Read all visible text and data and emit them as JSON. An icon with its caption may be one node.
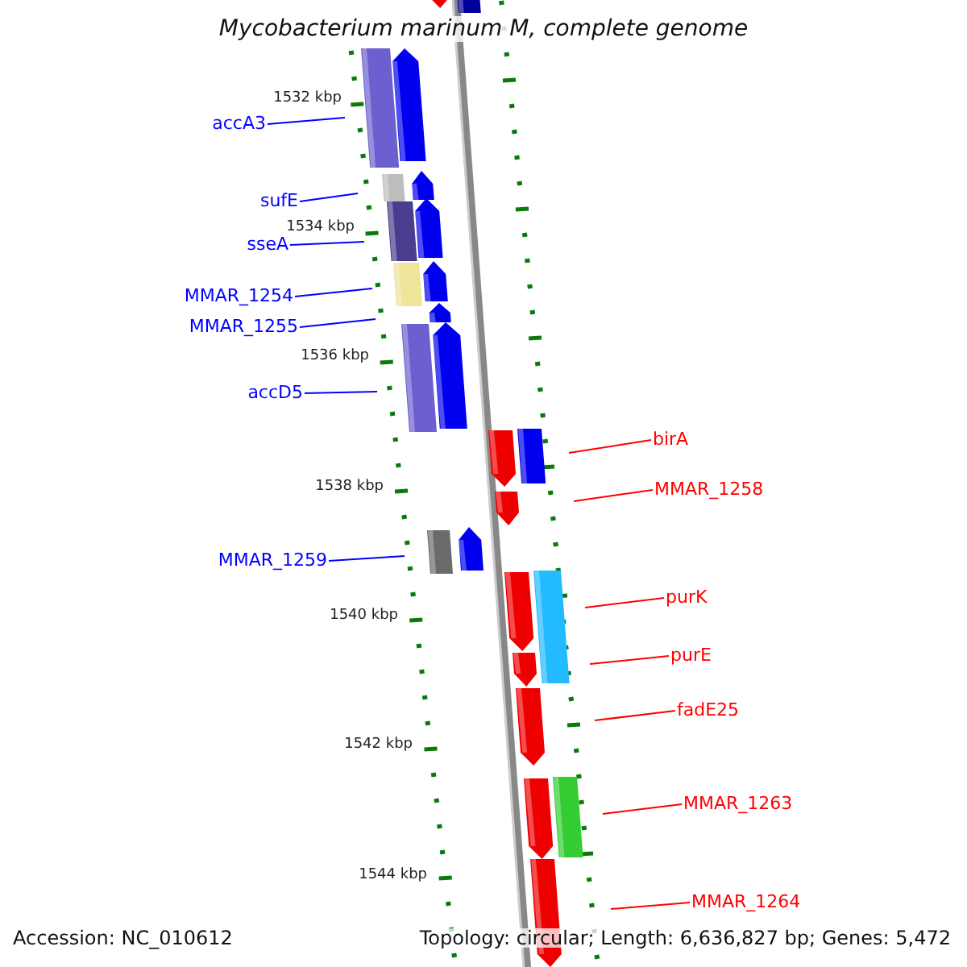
{
  "diagram": {
    "title": "Mycobacterium marinum M, complete genome",
    "nodes": [
      {
        "text": [
          "accA3"
        ]
      },
      {
        "text": [
          "sufE"
        ]
      },
      {
        "text": [
          "sseA"
        ]
      },
      {
        "text": [
          "MMAR_1254"
        ]
      },
      {
        "text": [
          "MMAR_1255"
        ]
      },
      {
        "text": [
          "accD5"
        ]
      },
      {
        "text": [
          "MMAR_1259"
        ]
      },
      {
        "text": [
          "birA"
        ]
      },
      {
        "text": [
          "MMAR_1258"
        ]
      },
      {
        "text": [
          "purK"
        ]
      },
      {
        "text": [
          "purE"
        ]
      },
      {
        "text": [
          "fadE25"
        ]
      },
      {
        "text": [
          "MMAR_1263"
        ]
      },
      {
        "text": [
          "MMAR_1264"
        ]
      }
    ],
    "edges": [
      {
        "from": 0,
        "to": null,
        "arrow": "none"
      },
      {
        "from": 1,
        "to": null,
        "arrow": "none"
      },
      {
        "from": 2,
        "to": null,
        "arrow": "none"
      },
      {
        "from": 3,
        "to": null,
        "arrow": "none"
      },
      {
        "from": 4,
        "to": null,
        "arrow": "none"
      },
      {
        "from": 5,
        "to": null,
        "arrow": "none"
      },
      {
        "from": 6,
        "to": null,
        "arrow": "none"
      },
      {
        "from": 7,
        "to": null,
        "arrow": "none",
        "color": "#ff0000"
      },
      {
        "from": 8,
        "to": null,
        "arrow": "none",
        "color": "#ff0000"
      },
      {
        "from": 9,
        "to": null,
        "arrow": "none",
        "color": "#ff0000"
      },
      {
        "from": 10,
        "to": null,
        "arrow": "none",
        "color": "#ff0000"
      },
      {
        "from": 11,
        "to": null,
        "arrow": "none",
        "color": "#ff0000"
      },
      {
        "from": 12,
        "to": null,
        "arrow": "none",
        "color": "#ff0000"
      },
      {
        "from": 13,
        "to": null,
        "arrow": "none",
        "color": "#ff0000"
      }
    ],
    "labels": [
      "1532 kbp",
      "1534 kbp",
      "1536 kbp",
      "1538 kbp",
      "1540 kbp",
      "1542 kbp",
      "1544 kbp",
      "Accession: NC_010612",
      "Topology: circular; Length: 6,636,827 bp; Genes: 5,472"
    ]
  }
}
